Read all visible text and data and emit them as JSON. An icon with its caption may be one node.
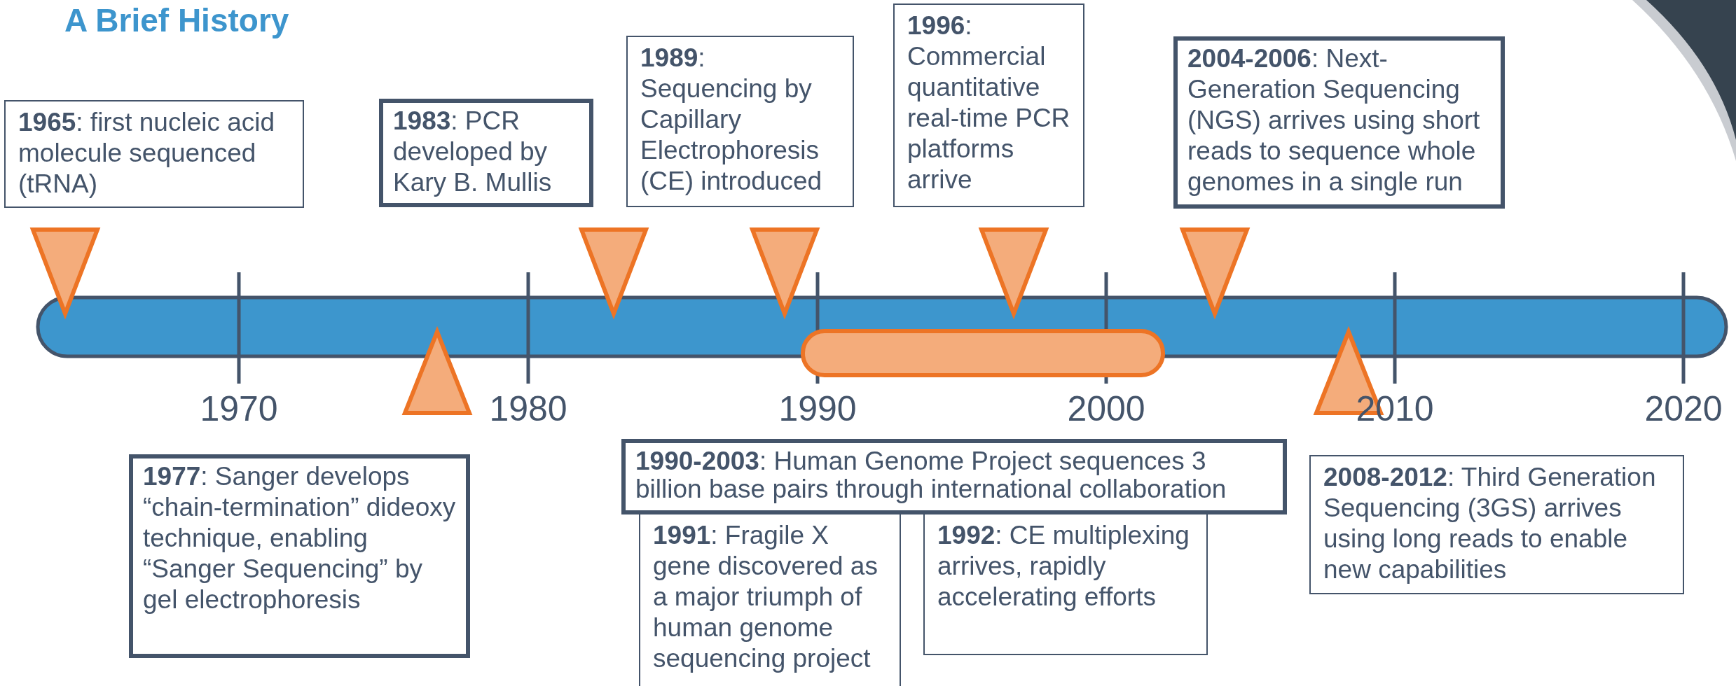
{
  "diagram": {
    "title": "A Brief History",
    "nodes": [
      {
        "text": [
          "**1965**: first nucleic acid molecule sequenced (tRNA)"
        ]
      },
      {
        "text": [
          "**1983**: PCR developed by Kary B. Mullis"
        ]
      },
      {
        "text": [
          "**1989**: Sequencing by Capillary Electrophoresis (CE) introduced"
        ]
      },
      {
        "text": [
          "**1996**: Commercial quantitative real-time PCR platforms arrive"
        ]
      },
      {
        "text": [
          "**2004-2006**: Next-Generation Sequencing (NGS) arrives using short reads to sequence whole genomes in a single run"
        ]
      },
      {
        "text": [
          "**1977**: Sanger develops “chain-termination” dideoxy technique, enabling “Sanger Sequencing” by gel electrophoresis"
        ]
      },
      {
        "text": [
          "**1990-2003**: Human Genome Project sequences 3 billion base pairs through international collaboration"
        ]
      },
      {
        "text": [
          "**1991**: Fragile X gene discovered as a major triumph of human genome sequencing project"
        ]
      },
      {
        "text": [
          "**1992**: CE multiplexing arrives, rapidly accelerating efforts"
        ]
      },
      {
        "text": [
          "**2008-2012**: Third Generation Sequencing (3GS) arrives using long reads to enable new capabilities"
        ]
      }
    ],
    "labels": [
      "1970",
      "1980",
      "1990",
      "2000",
      "2010",
      "2020"
    ]
  }
}
